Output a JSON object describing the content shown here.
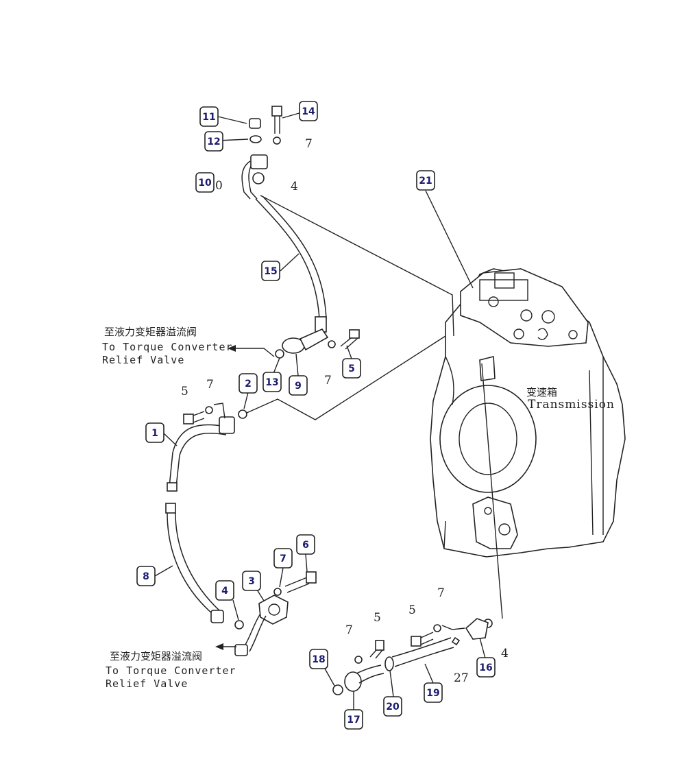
{
  "callouts": [
    {
      "n": "1"
    },
    {
      "n": "2"
    },
    {
      "n": "3"
    },
    {
      "n": "4"
    },
    {
      "n": "5"
    },
    {
      "n": "6"
    },
    {
      "n": "7"
    },
    {
      "n": "8"
    },
    {
      "n": "9"
    },
    {
      "n": "10"
    },
    {
      "n": "11"
    },
    {
      "n": "12"
    },
    {
      "n": "13"
    },
    {
      "n": "14"
    },
    {
      "n": "15"
    },
    {
      "n": "16"
    },
    {
      "n": "17"
    },
    {
      "n": "18"
    },
    {
      "n": "19"
    },
    {
      "n": "20"
    },
    {
      "n": "21"
    }
  ],
  "plain_numbers": [
    "7",
    "4",
    "0",
    "5",
    "7",
    "7",
    "7",
    "5",
    "5",
    "7",
    "4",
    "27"
  ],
  "captions": {
    "top": {
      "cn": "至液力变矩器溢流阀",
      "en1": "To Torque Converter",
      "en2": "Relief Valve"
    },
    "bottom": {
      "cn": "至液力变矩器溢流阀",
      "en1": "To Torque Converter",
      "en2": "Relief Valve"
    },
    "transmission": {
      "cn": "变速箱",
      "en": "Transmission"
    }
  },
  "colors": {
    "line": "#222222",
    "callout_text": "#1a1a6e",
    "background": "#ffffff"
  }
}
